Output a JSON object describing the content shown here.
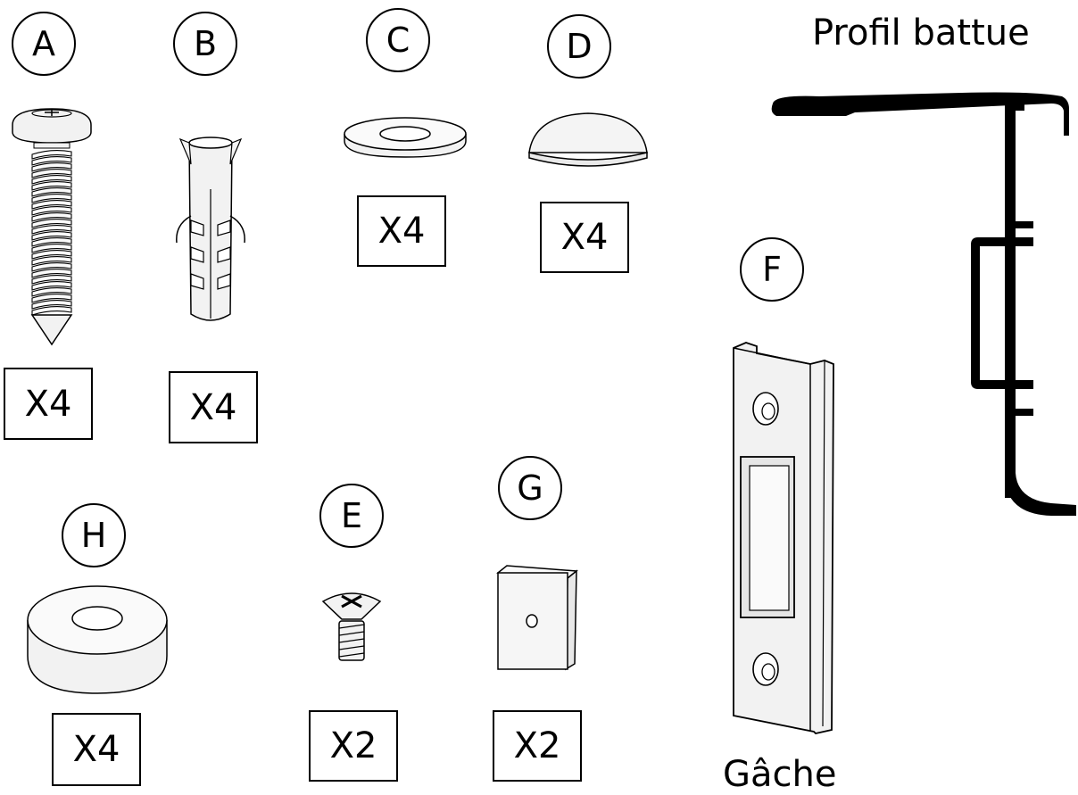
{
  "parts": [
    {
      "letter": "A",
      "quantity": "X4",
      "icon": "screw-icon"
    },
    {
      "letter": "B",
      "quantity": "X4",
      "icon": "wall-plug-icon"
    },
    {
      "letter": "C",
      "quantity": "X4",
      "icon": "washer-icon"
    },
    {
      "letter": "D",
      "quantity": "X4",
      "icon": "bumper-cap-icon"
    },
    {
      "letter": "E",
      "quantity": "X2",
      "icon": "countersunk-screw-icon"
    },
    {
      "letter": "F",
      "quantity": "",
      "icon": "strike-plate-icon"
    },
    {
      "letter": "G",
      "quantity": "X2",
      "icon": "spacer-block-icon"
    },
    {
      "letter": "H",
      "quantity": "X4",
      "icon": "thick-washer-icon"
    }
  ],
  "labels": {
    "profile": "Profil battue",
    "strike": "Gâche"
  },
  "colors": {
    "line": "#000000",
    "background": "#ffffff",
    "part_fill": "#f2f2f2"
  }
}
